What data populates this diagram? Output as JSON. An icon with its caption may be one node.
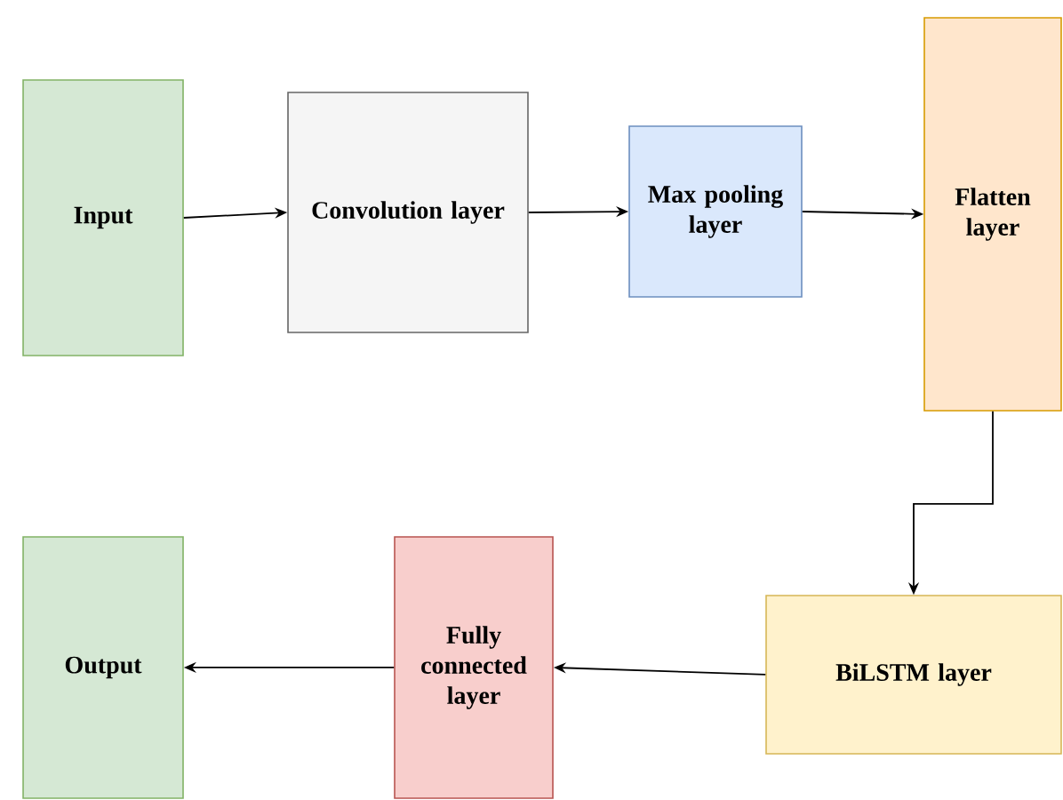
{
  "diagram": {
    "nodes": [
      {
        "text": [
          "Input"
        ]
      },
      {
        "text": [
          "Convolution layer"
        ]
      },
      {
        "text": [
          "Max pooling layer"
        ]
      },
      {
        "text": [
          "Flatten layer"
        ]
      },
      {
        "text": [
          "BiLSTM layer"
        ]
      },
      {
        "text": [
          "Fully connected layer"
        ]
      },
      {
        "text": [
          "Output"
        ]
      }
    ],
    "edges": [
      {
        "from": 0,
        "to": 1,
        "arrow": "to"
      },
      {
        "from": 1,
        "to": 2,
        "arrow": "to"
      },
      {
        "from": 2,
        "to": 3,
        "arrow": "to"
      },
      {
        "from": 3,
        "to": 4,
        "arrow": "to"
      },
      {
        "from": 4,
        "to": 5,
        "arrow": "to"
      },
      {
        "from": 5,
        "to": 6,
        "arrow": "to"
      }
    ]
  }
}
